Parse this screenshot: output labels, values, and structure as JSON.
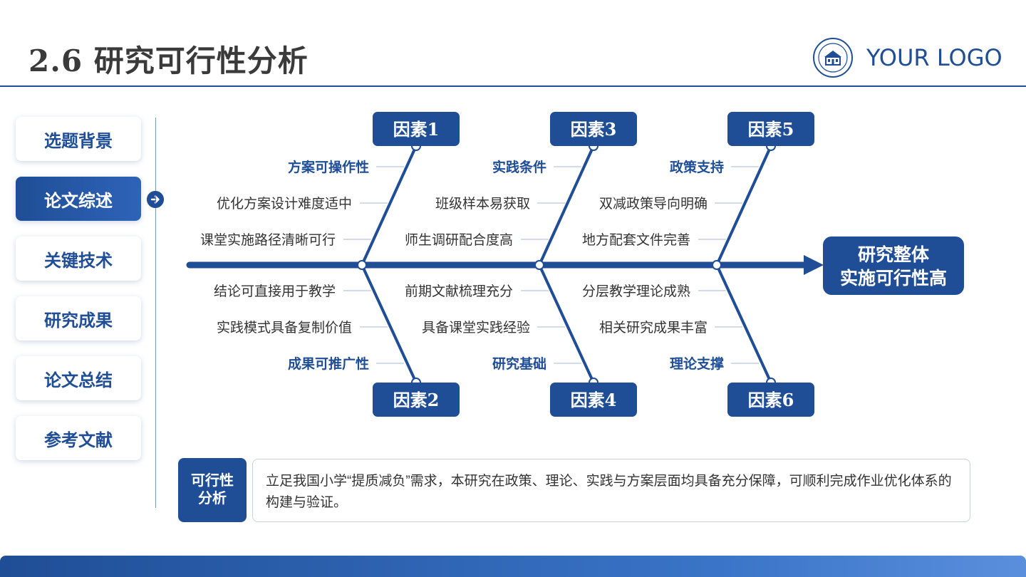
{
  "header": {
    "title": "2.6 研究可行性分析",
    "logo_text": "YOUR LOGO"
  },
  "sidebar": {
    "items": [
      {
        "label": "选题背景"
      },
      {
        "label": "论文综述"
      },
      {
        "label": "关键技术"
      },
      {
        "label": "研究成果"
      },
      {
        "label": "论文总结"
      },
      {
        "label": "参考文献"
      }
    ],
    "active_index": 1
  },
  "fishbone": {
    "head_line1": "研究整体",
    "head_line2": "实施可行性高",
    "factors": [
      {
        "name": "因素1",
        "category": "方案可操作性",
        "points": [
          "优化方案设计难度适中",
          "课堂实施路径清晰可行"
        ]
      },
      {
        "name": "因素2",
        "category": "成果可推广性",
        "points": [
          "结论可直接用于教学",
          "实践模式具备复制价值"
        ]
      },
      {
        "name": "因素3",
        "category": "实践条件",
        "points": [
          "班级样本易获取",
          "师生调研配合度高"
        ]
      },
      {
        "name": "因素4",
        "category": "研究基础",
        "points": [
          "前期文献梳理充分",
          "具备课堂实践经验"
        ]
      },
      {
        "name": "因素5",
        "category": "政策支持",
        "points": [
          "双减政策导向明确",
          "地方配套文件完善"
        ]
      },
      {
        "name": "因素6",
        "category": "理论支撑",
        "points": [
          "分层教学理论成熟",
          "相关研究成果丰富"
        ]
      }
    ]
  },
  "summary": {
    "tag_line1": "可行性",
    "tag_line2": "分析",
    "text": "立足我国小学“提质减负”需求，本研究在政策、理论、实践与方案层面均具备充分保障，可顺利完成作业优化体系的构建与验证。"
  },
  "colors": {
    "primary": "#1f4e96",
    "accent": "#2e63b8"
  }
}
